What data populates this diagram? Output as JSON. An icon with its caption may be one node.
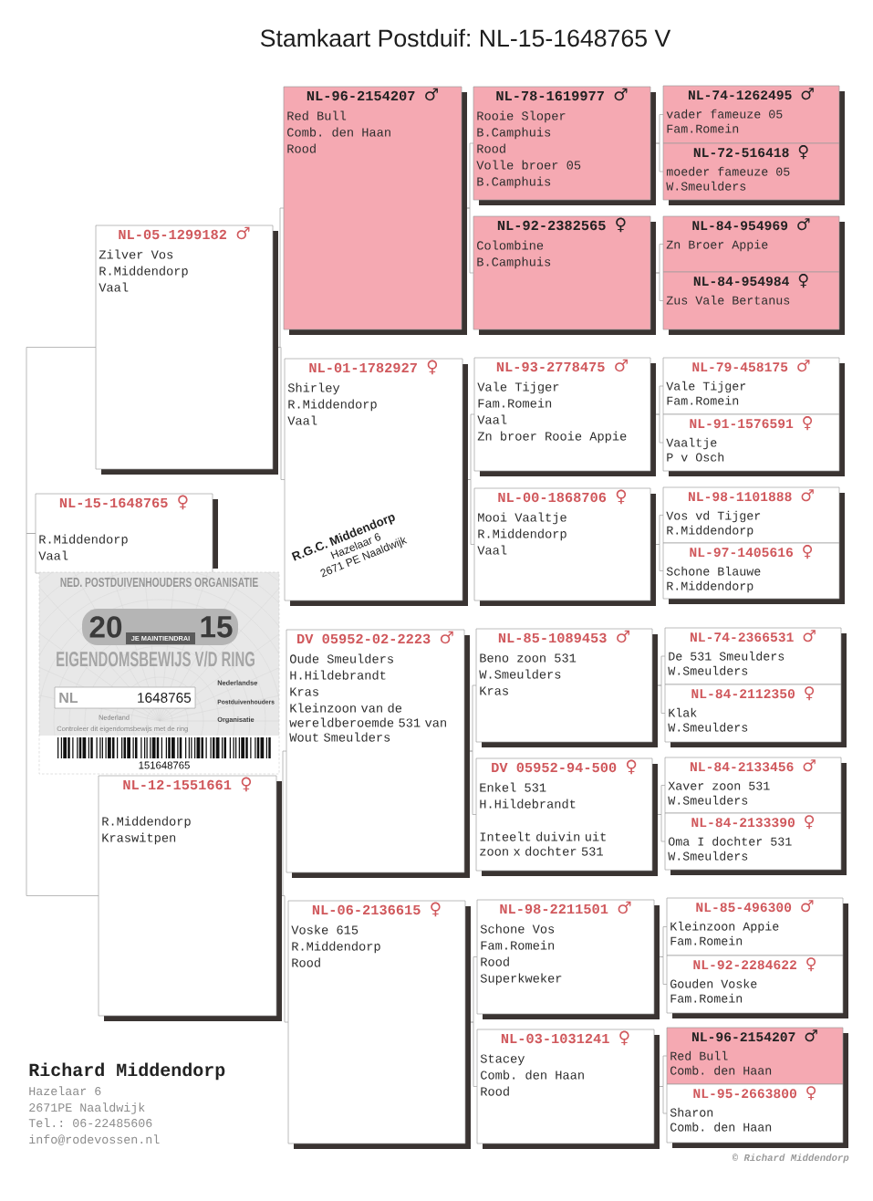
{
  "diagram": {
    "title": "Stamkaart Postduif: NL-15-1648765 V",
    "nodes": [
      {
        "text": [
          "NL-15-1648765 ♀",
          "R.Middendorp",
          "Vaal"
        ]
      },
      {
        "text": [
          "NL-05-1299182 ♂",
          "Zilver Vos",
          "R.Middendorp",
          "Vaal"
        ]
      },
      {
        "text": [
          "NL-12-1551661 ♀",
          "R.Middendorp",
          "Kraswitpen"
        ]
      },
      {
        "text": [
          "NL-96-2154207 ♂",
          "Red Bull",
          "Comb. den Haan",
          "Rood"
        ]
      },
      {
        "text": [
          "NL-01-1782927 ♀",
          "Shirley",
          "R.Middendorp",
          "Vaal"
        ]
      },
      {
        "text": [
          "DV 05952-02-2223 ♂",
          "Oude Smeulders",
          "H.Hildebrandt",
          "Kras",
          "Kleinzoon van de wereldberoemde 531 van Wout Smeulders"
        ]
      },
      {
        "text": [
          "NL-06-2136615 ♀",
          "Voske 615",
          "R.Middendorp",
          "Rood"
        ]
      },
      {
        "text": [
          "NL-78-1619977 ♂",
          "Rooie Sloper",
          "B.Camphuis",
          "Rood",
          "Volle broer 05",
          "B.Camphuis"
        ]
      },
      {
        "text": [
          "NL-92-2382565 ♀",
          "Colombine",
          "B.Camphuis"
        ]
      },
      {
        "text": [
          "NL-93-2778475 ♂",
          "Vale Tijger",
          "Fam.Romein",
          "Vaal",
          "Zn broer Rooie Appie"
        ]
      },
      {
        "text": [
          "NL-00-1868706 ♀",
          "Mooi Vaaltje",
          "R.Middendorp",
          "Vaal"
        ]
      },
      {
        "text": [
          "NL-85-1089453 ♂",
          "Beno zoon 531",
          "W.Smeulders",
          "Kras"
        ]
      },
      {
        "text": [
          "DV 05952-94-500 ♀",
          "Enkel 531",
          "H.Hildebrandt",
          "Inteelt duivin uit zoon x dochter 531"
        ]
      },
      {
        "text": [
          "NL-98-2211501 ♂",
          "Schone Vos",
          "Fam.Romein",
          "Rood",
          "Superkweker"
        ]
      },
      {
        "text": [
          "NL-03-1031241 ♀",
          "Stacey",
          "Comb. den Haan",
          "Rood"
        ]
      },
      {
        "text": [
          "NL-74-1262495 ♂",
          "vader fameuze 05",
          "Fam.Romein"
        ]
      },
      {
        "text": [
          "NL-72-516418 ♀",
          "moeder fameuze 05",
          "W.Smeulders"
        ]
      },
      {
        "text": [
          "NL-84-954969 ♂",
          "Zn Broer Appie"
        ]
      },
      {
        "text": [
          "NL-84-954984 ♀",
          "Zus Vale Bertanus"
        ]
      },
      {
        "text": [
          "NL-79-458175 ♂",
          "Vale Tijger",
          "Fam.Romein"
        ]
      },
      {
        "text": [
          "NL-91-1576591 ♀",
          "Vaaltje",
          "P v Osch"
        ]
      },
      {
        "text": [
          "NL-98-1101888 ♂",
          "Vos vd Tijger",
          "R.Middendorp"
        ]
      },
      {
        "text": [
          "NL-97-1405616 ♀",
          "Schone Blauwe",
          "R.Middendorp"
        ]
      },
      {
        "text": [
          "NL-74-2366531 ♂",
          "De 531 Smeulders",
          "W.Smeulders"
        ]
      },
      {
        "text": [
          "NL-84-2112350 ♀",
          "Klak",
          "W.Smeulders"
        ]
      },
      {
        "text": [
          "NL-84-2133456 ♂",
          "Xaver zoon 531",
          "W.Smeulders"
        ]
      },
      {
        "text": [
          "NL-84-2133390 ♀",
          "Oma I dochter 531",
          "W.Smeulders"
        ]
      },
      {
        "text": [
          "NL-85-496300 ♂",
          "Kleinzoon Appie",
          "Fam.Romein"
        ]
      },
      {
        "text": [
          "NL-92-2284622 ♀",
          "Gouden Voske",
          "Fam.Romein"
        ]
      },
      {
        "text": [
          "NL-96-2154207 ♂",
          "Red Bull",
          "Comb. den Haan"
        ]
      },
      {
        "text": [
          "NL-95-2663800 ♀",
          "Sharon",
          "Comb. den Haan"
        ]
      }
    ],
    "edges": [
      {
        "from": 0,
        "to": 1,
        "arrow": "none"
      },
      {
        "from": 0,
        "to": 2,
        "arrow": "none"
      },
      {
        "from": 1,
        "to": 3,
        "arrow": "none"
      },
      {
        "from": 1,
        "to": 4,
        "arrow": "none"
      },
      {
        "from": 2,
        "to": 5,
        "arrow": "none"
      },
      {
        "from": 2,
        "to": 6,
        "arrow": "none"
      },
      {
        "from": 3,
        "to": 7,
        "arrow": "none"
      },
      {
        "from": 3,
        "to": 8,
        "arrow": "none"
      },
      {
        "from": 4,
        "to": 9,
        "arrow": "none"
      },
      {
        "from": 4,
        "to": 10,
        "arrow": "none"
      },
      {
        "from": 5,
        "to": 11,
        "arrow": "none"
      },
      {
        "from": 5,
        "to": 12,
        "arrow": "none"
      },
      {
        "from": 6,
        "to": 13,
        "arrow": "none"
      },
      {
        "from": 6,
        "to": 14,
        "arrow": "none"
      },
      {
        "from": 7,
        "to": 15,
        "arrow": "none"
      },
      {
        "from": 7,
        "to": 16,
        "arrow": "none"
      },
      {
        "from": 8,
        "to": 17,
        "arrow": "none"
      },
      {
        "from": 8,
        "to": 18,
        "arrow": "none"
      },
      {
        "from": 9,
        "to": 19,
        "arrow": "none"
      },
      {
        "from": 9,
        "to": 20,
        "arrow": "none"
      },
      {
        "from": 10,
        "to": 21,
        "arrow": "none"
      },
      {
        "from": 10,
        "to": 22,
        "arrow": "none"
      },
      {
        "from": 11,
        "to": 23,
        "arrow": "none"
      },
      {
        "from": 11,
        "to": 24,
        "arrow": "none"
      },
      {
        "from": 12,
        "to": 25,
        "arrow": "none"
      },
      {
        "from": 12,
        "to": 26,
        "arrow": "none"
      },
      {
        "from": 13,
        "to": 27,
        "arrow": "none"
      },
      {
        "from": 13,
        "to": 28,
        "arrow": "none"
      },
      {
        "from": 14,
        "to": 29,
        "arrow": "none"
      },
      {
        "from": 14,
        "to": 30,
        "arrow": "none"
      }
    ],
    "labels": [
      "NED. POSTDUIVENHOUDERS ORGANISATIE",
      "20",
      "15",
      "JE MAINTIENDRAI",
      "EIGENDOMSBEWIJS V/D RING",
      "NL",
      "1648765",
      "Nederlandse",
      "Postduivenhouders",
      "Organisatie",
      "Nederland",
      "Controleer dit eigendomsbewijs met de ring",
      "151648765",
      "R.G.C. Middendorp",
      "Hazelaar 6",
      "2671 PE Naaldwijk",
      "Richard Middendorp",
      "Hazelaar 6",
      "2671PE Naaldwijk",
      "Tel.: 06-22485606",
      "info@rodevossen.nl",
      "© Richard Middendorp"
    ]
  }
}
